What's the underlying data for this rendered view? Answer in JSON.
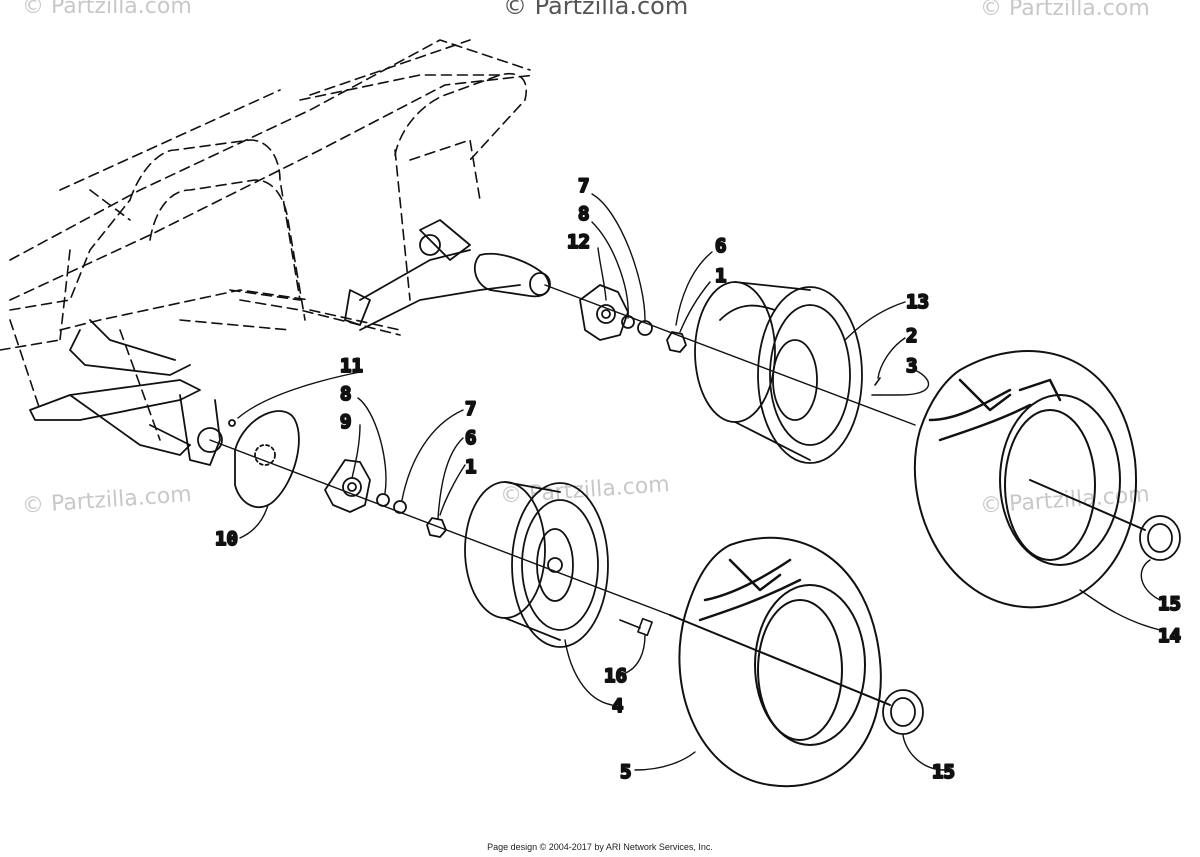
{
  "watermarks": {
    "top_center": "© Partzilla.com",
    "top_left": "© Partzilla.com",
    "top_right": "© Partzilla.com",
    "mid_left": "© Partzilla.com",
    "mid_center": "© Partzilla.com",
    "mid_right": "© Partzilla.com"
  },
  "callouts": [
    "7",
    "8",
    "12",
    "6",
    "1",
    "13",
    "2",
    "3",
    "11",
    "8",
    "9",
    "7",
    "6",
    "1",
    "10",
    "16",
    "4",
    "5",
    "15",
    "15",
    "14"
  ],
  "footer": "Page design © 2004-2017 by ARI Network Services, Inc."
}
